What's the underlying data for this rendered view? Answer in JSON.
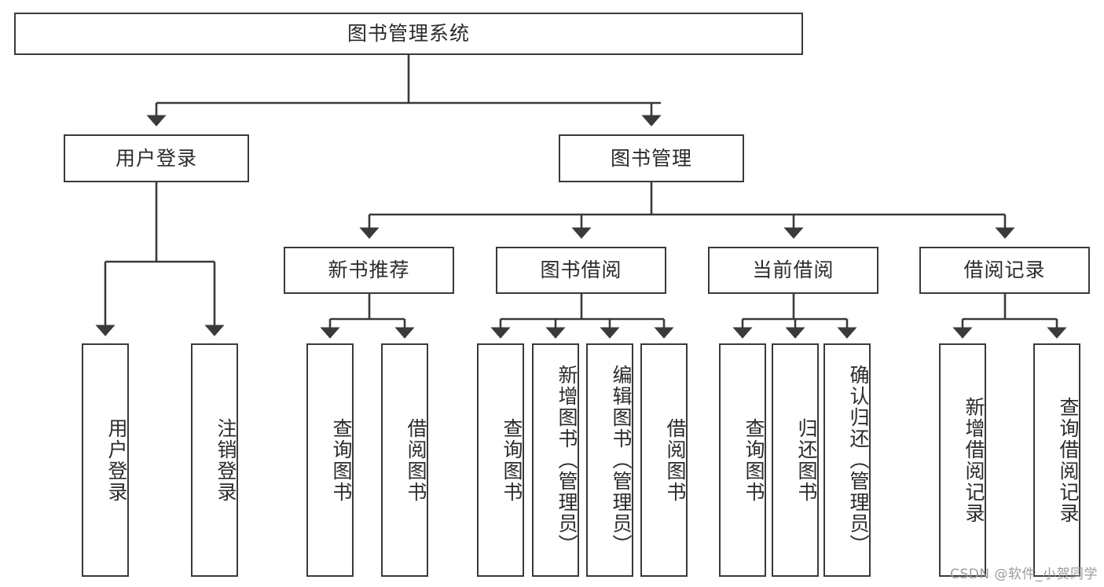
{
  "diagram": {
    "title": "图书管理系统",
    "type": "tree-structure-chart",
    "root": {
      "id": "root",
      "label": "图书管理系统"
    },
    "level2": [
      {
        "id": "user-login",
        "label": "用户登录"
      },
      {
        "id": "book-management",
        "label": "图书管理"
      }
    ],
    "level3": [
      {
        "id": "new-book-recommend",
        "label": "新书推荐",
        "parent": "book-management"
      },
      {
        "id": "book-borrow",
        "label": "图书借阅",
        "parent": "book-management"
      },
      {
        "id": "current-borrow",
        "label": "当前借阅",
        "parent": "book-management"
      },
      {
        "id": "borrow-record",
        "label": "借阅记录",
        "parent": "book-management"
      }
    ],
    "leaves": [
      {
        "id": "leaf-user-login",
        "label": "用户登录",
        "parent": "user-login"
      },
      {
        "id": "leaf-user-logout",
        "label": "注销登录",
        "parent": "user-login"
      },
      {
        "id": "leaf-query-book-1",
        "label": "查询图书",
        "parent": "new-book-recommend"
      },
      {
        "id": "leaf-borrow-book-1",
        "label": "借阅图书",
        "parent": "new-book-recommend"
      },
      {
        "id": "leaf-query-book-2",
        "label": "查询图书",
        "parent": "book-borrow"
      },
      {
        "id": "leaf-add-book",
        "label": "新增图书（管理员）",
        "parent": "book-borrow"
      },
      {
        "id": "leaf-edit-book",
        "label": "编辑图书（管理员）",
        "parent": "book-borrow"
      },
      {
        "id": "leaf-borrow-book-2",
        "label": "借阅图书",
        "parent": "book-borrow"
      },
      {
        "id": "leaf-query-book-3",
        "label": "查询图书",
        "parent": "current-borrow"
      },
      {
        "id": "leaf-return-book",
        "label": "归还图书",
        "parent": "current-borrow"
      },
      {
        "id": "leaf-confirm-return",
        "label": "确认归还（管理员）",
        "parent": "current-borrow"
      },
      {
        "id": "leaf-add-record",
        "label": "新增借阅记录",
        "parent": "borrow-record"
      },
      {
        "id": "leaf-query-record",
        "label": "查询借阅记录",
        "parent": "borrow-record"
      }
    ],
    "colors": {
      "stroke": "#3a3a3a",
      "box_fill": "#ffffff",
      "text": "#2b2b2b",
      "background": "#ffffff",
      "watermark": "#9b9b9b"
    }
  },
  "watermark": {
    "text": "CSDN @软件_小贺同学"
  }
}
